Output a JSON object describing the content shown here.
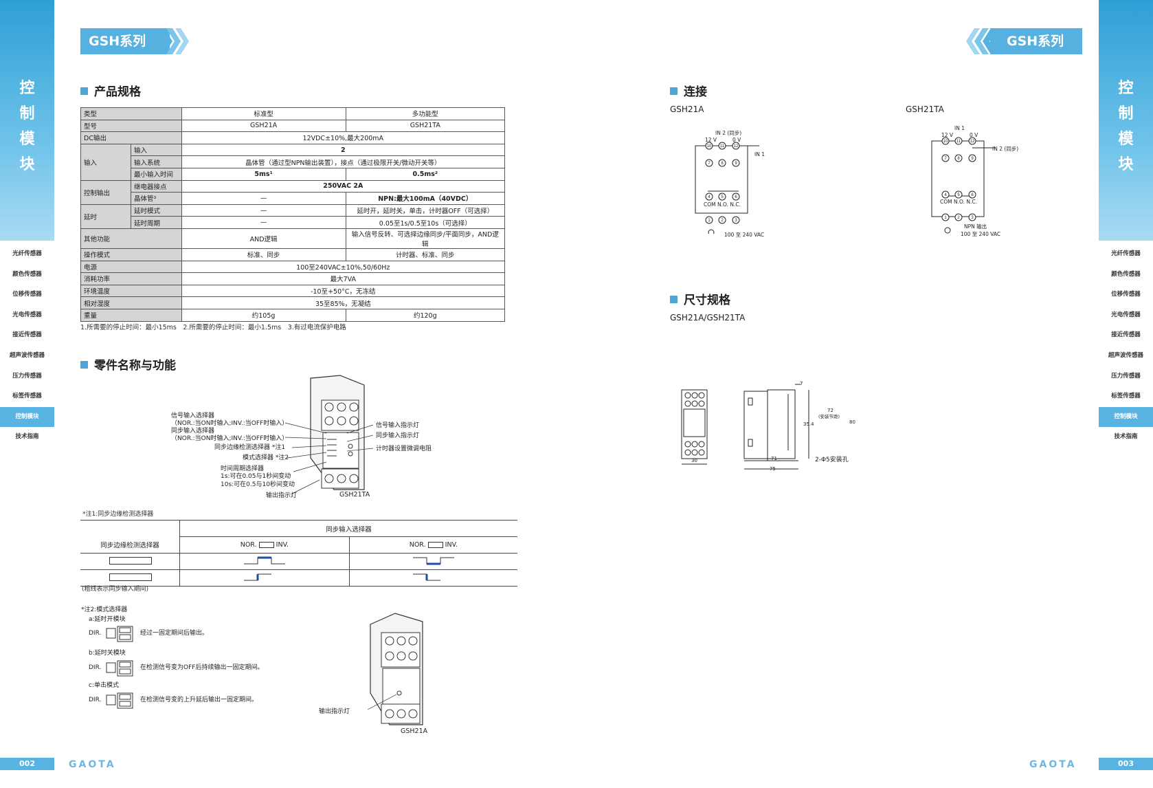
{
  "left_sidebar": {
    "title_chars": [
      "控",
      "制",
      "模",
      "块"
    ],
    "menu": [
      "光纤传感器",
      "颜色传感器",
      "位移传感器",
      "光电传感器",
      "接近传感器",
      "超声波传感器",
      "压力传感器",
      "标签传感器",
      "控制模块",
      "技术指南"
    ],
    "active_index": 8,
    "page_number": "002"
  },
  "right_sidebar": {
    "title_chars": [
      "控",
      "制",
      "模",
      "块"
    ],
    "menu": [
      "光纤传感器",
      "颜色传感器",
      "位移传感器",
      "光电传感器",
      "接近传感器",
      "超声波传感器",
      "压力传感器",
      "标签传感器",
      "控制模块",
      "技术指南"
    ],
    "active_index": 8,
    "page_number": "003"
  },
  "series_title": "GSH系列",
  "logo_text": "GAOTA",
  "sections": {
    "spec": "产品规格",
    "parts": "零件名称与功能",
    "connection": "连接",
    "dimensions": "尺寸规格"
  },
  "spec_table": {
    "type_label": "类型",
    "type_a": "标准型",
    "type_b": "多功能型",
    "model_label": "型号",
    "model_a": "GSH21A",
    "model_b": "GSH21TA",
    "dc_label": "DC输出",
    "dc_value": "12VDC±10%,最大200mA",
    "input_label": "输入",
    "input_count_label": "输入",
    "input_count": "2",
    "input_sys_label": "输入系统",
    "input_sys": "晶体管（通过型NPN输出装置），接点（通过极限开关/微动开关等）",
    "min_input_label": "最小输入时间",
    "min_input_a": "5ms¹",
    "min_input_b": "0.5ms²",
    "ctrl_label": "控制输出",
    "relay_label": "继电器接点",
    "relay_value": "250VAC 2A",
    "tr_label": "晶体管³",
    "tr_a": "—",
    "tr_b": "NPN:最大100mA（40VDC）",
    "delay_label": "延时",
    "delay_mode_label": "延时模式",
    "delay_mode_a": "—",
    "delay_mode_b": "延时开，延时关，单击，计时器OFF（可选择）",
    "delay_period_label": "延时周期",
    "delay_period_a": "—",
    "delay_period_b": "0.05至1s/0.5至10s（可选择）",
    "other_label": "其他功能",
    "other_a": "AND逻辑",
    "other_b": "输入信号反转、可选择边缘同步/平面同步，AND逻辑",
    "op_label": "操作模式",
    "op_a": "标准、同步",
    "op_b": "计时器、标准、同步",
    "power_label": "电源",
    "power_value": "100至240VAC±10%,50/60Hz",
    "consume_label": "消耗功率",
    "consume_value": "最大7VA",
    "temp_label": "环境温度",
    "temp_value": "-10至+50°C，无冻结",
    "humid_label": "相对湿度",
    "humid_value": "35至85%，无凝结",
    "weight_label": "重量",
    "weight_a": "约105g",
    "weight_b": "约120g"
  },
  "spec_footnote": "1.所需要的停止时间：最小15ms　2.所需要的停止时间：最小1.5ms　3.有过电流保护电路",
  "parts": {
    "l1": "信号输入选择器",
    "l2": "（NOR.:当ON时输入;INV.:当OFF时输入）",
    "l3": "同步输入选择器",
    "l4": "（NOR.:当ON时输入;INV.:当OFF时输入）",
    "l5": "同步边缘检测选择器 *注1",
    "l6": "模式选择器 *注2",
    "l7": "时间周期选择器",
    "l8": "1s:可在0.05与1秒间变动",
    "l9": "10s:可在0.5与10秒间变动",
    "l10": "输出指示灯",
    "r1": "信号输入指示灯",
    "r2": "同步输入指示灯",
    "r3": "计时器设置微调电阻",
    "model": "GSH21TA"
  },
  "note1_title": "*注1:同步边缘检测选择器",
  "sync_table": {
    "header": "同步输入选择器",
    "row_label": "同步边缘检测选择器",
    "nor": "NOR.",
    "inv": "INV."
  },
  "sync_note": "(粗线表示同步输入期间)",
  "note2": {
    "title": "*注2:模式选择器",
    "a_title": "a:延时开模块",
    "a_text": "经过一固定期间后输出。",
    "b_title": "b:延时关模块",
    "b_text": "在检测信号变为OFF后持续输出一固定期间。",
    "c_title": "c:单击模式",
    "c_text": "在检测信号变的上升延后输出一固定期间。",
    "dir": "DIR."
  },
  "device2": {
    "label": "输出指示灯",
    "model": "GSH21A"
  },
  "connection": {
    "a_title": "GSH21A",
    "b_title": "GSH21TA",
    "a": {
      "in2": "IN 2 (同步)",
      "v12": "12 V",
      "v0": "0 V",
      "in1": "IN 1",
      "com": "COM N.O. N.C.",
      "ac": "100 至 240 VAC"
    },
    "b": {
      "in1": "IN 1",
      "v12": "12 V",
      "v0": "0 V",
      "in2": "IN 2 (同步)",
      "com": "COM N.O. N.C.",
      "npn": "NPN 输出",
      "ac": "100 至 240 VAC"
    }
  },
  "dimensions": {
    "title": "GSH21A/GSH21TA",
    "d7": "7",
    "d72": "72",
    "d72_note": "(安装节距)",
    "d35": "35.4",
    "d80": "80",
    "d30": "30",
    "d71": "71",
    "d75": "75",
    "hole": "2-Φ5安装孔"
  }
}
